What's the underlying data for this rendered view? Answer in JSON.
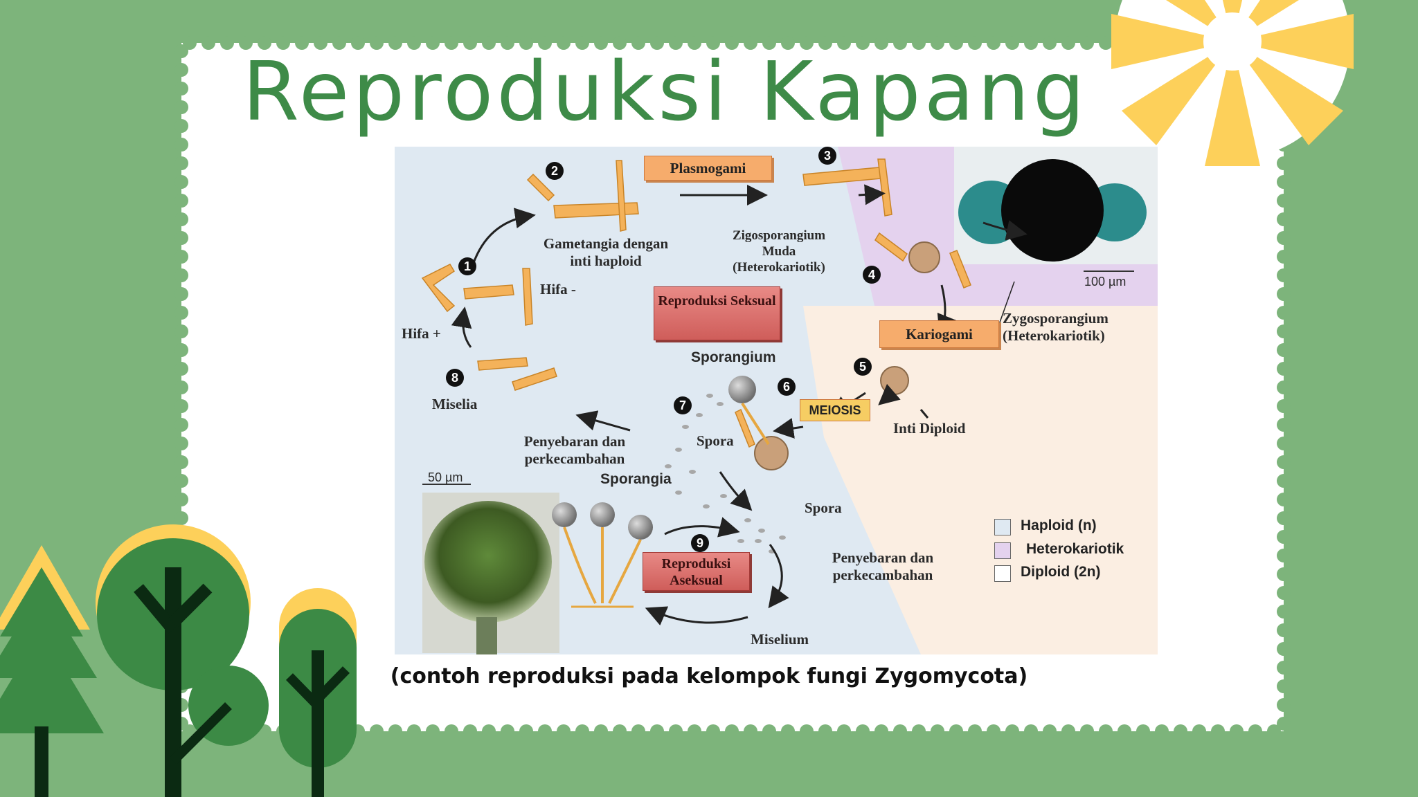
{
  "slide": {
    "title": "Reproduksi Kapang",
    "caption": "(contoh reproduksi pada kelompok fungi Zygomycota)"
  },
  "colors": {
    "background": "#7db47b",
    "title": "#3e8b48",
    "sun": "#fdd05a",
    "tree_dark": "#3c8a45",
    "trunk": "#0b2a12"
  },
  "diagram": {
    "process_boxes": {
      "plasmogami": "Plasmogami",
      "kariogami": "Kariogami",
      "meiosis": "MEIOSIS",
      "reproduksi_seksual": "Reproduksi Seksual",
      "reproduksi_aseksual": "Reproduksi Aseksual"
    },
    "steps": [
      "1",
      "2",
      "3",
      "4",
      "5",
      "6",
      "7",
      "8",
      "9"
    ],
    "labels": {
      "gametangia": "Gametangia dengan inti haploid",
      "hifa_minus": "Hifa -",
      "hifa_plus": "Hifa +",
      "zigosporangium_muda": "Zigosporangium Muda (Heterokariotik)",
      "zygosporangium": "Zygosporangium (Heterokariotik)",
      "sporangium": "Sporangium",
      "inti_diploid": "Inti Diploid",
      "miselia": "Miselia",
      "spora_1": "Spora",
      "spora_2": "Spora",
      "penyebaran_1": "Penyebaran dan perkecambahan",
      "penyebaran_2": "Penyebaran dan perkecambahan",
      "sporangia": "Sporangia",
      "miselium": "Miselium",
      "scale_100": "100 µm",
      "scale_50": "50 µm"
    },
    "legend": [
      {
        "label": "Haploid (n)",
        "color": "#dfe9f2"
      },
      {
        "label": "Heterokariotik",
        "color": "#e4d2ee"
      },
      {
        "label": "Diploid (2n)",
        "color": "#fbeee2"
      }
    ]
  }
}
